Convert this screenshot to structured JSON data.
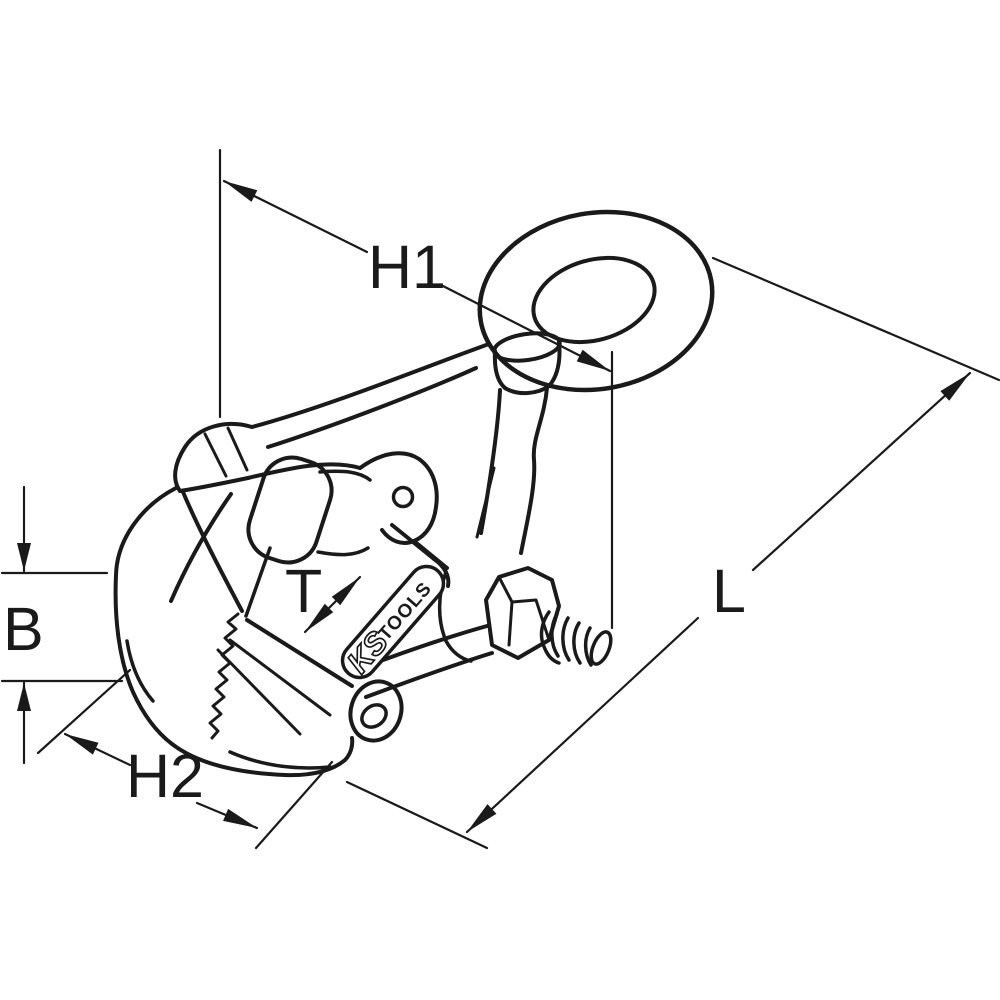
{
  "figure": {
    "description": "Technical line drawing of a KS Tools single-jaw sheet-metal pulling clamp with lifting eye, annotated with dimension callouts"
  },
  "dimensions": {
    "h1": "H1",
    "l": "L",
    "b": "B",
    "t": "T",
    "h2": "H2"
  },
  "logo": {
    "brand": "KS",
    "suffix": "TOOLS"
  },
  "colors": {
    "line": "#1a1a1a",
    "background": "#ffffff"
  }
}
